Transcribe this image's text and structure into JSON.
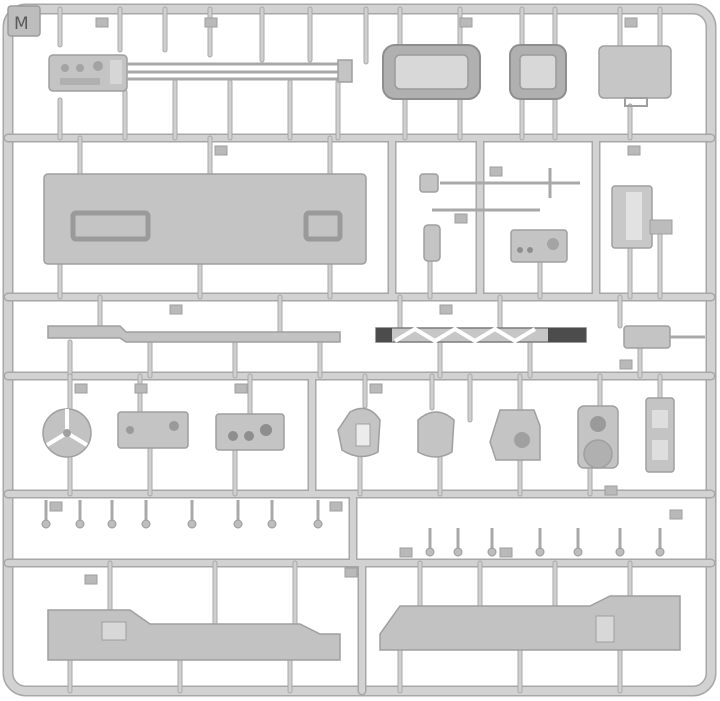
{
  "sprue_letter": "M",
  "colors": {
    "background": "#ffffff",
    "sprue": "#cfcfcf",
    "sprue_edge": "#a9a9a9",
    "part_fill": "#c9c9c9",
    "part_dark": "#a6a6a6",
    "part_light": "#dedede",
    "tag": "#b9b9b9"
  },
  "parts": [
    {
      "name": "engine-block-part"
    },
    {
      "name": "rod-assembly-part"
    },
    {
      "name": "large-hatch-frame-part"
    },
    {
      "name": "small-hatch-frame-part"
    },
    {
      "name": "box-lid-part"
    },
    {
      "name": "long-panel-part"
    },
    {
      "name": "valve-assembly-part"
    },
    {
      "name": "control-panel-part"
    },
    {
      "name": "bracket-assembly-part"
    },
    {
      "name": "long-bar-part"
    },
    {
      "name": "truss-beam-part"
    },
    {
      "name": "connector-part"
    },
    {
      "name": "round-disc-part"
    },
    {
      "name": "gearbox-housing-part"
    },
    {
      "name": "instrument-box-part"
    },
    {
      "name": "shield-plate-part"
    },
    {
      "name": "round-cover-part"
    },
    {
      "name": "pump-housing-part"
    },
    {
      "name": "cylinder-housing-part"
    },
    {
      "name": "frame-bracket-part"
    },
    {
      "name": "small-levers-row-part"
    },
    {
      "name": "left-chassis-rail-part"
    },
    {
      "name": "right-chassis-rail-part"
    }
  ]
}
